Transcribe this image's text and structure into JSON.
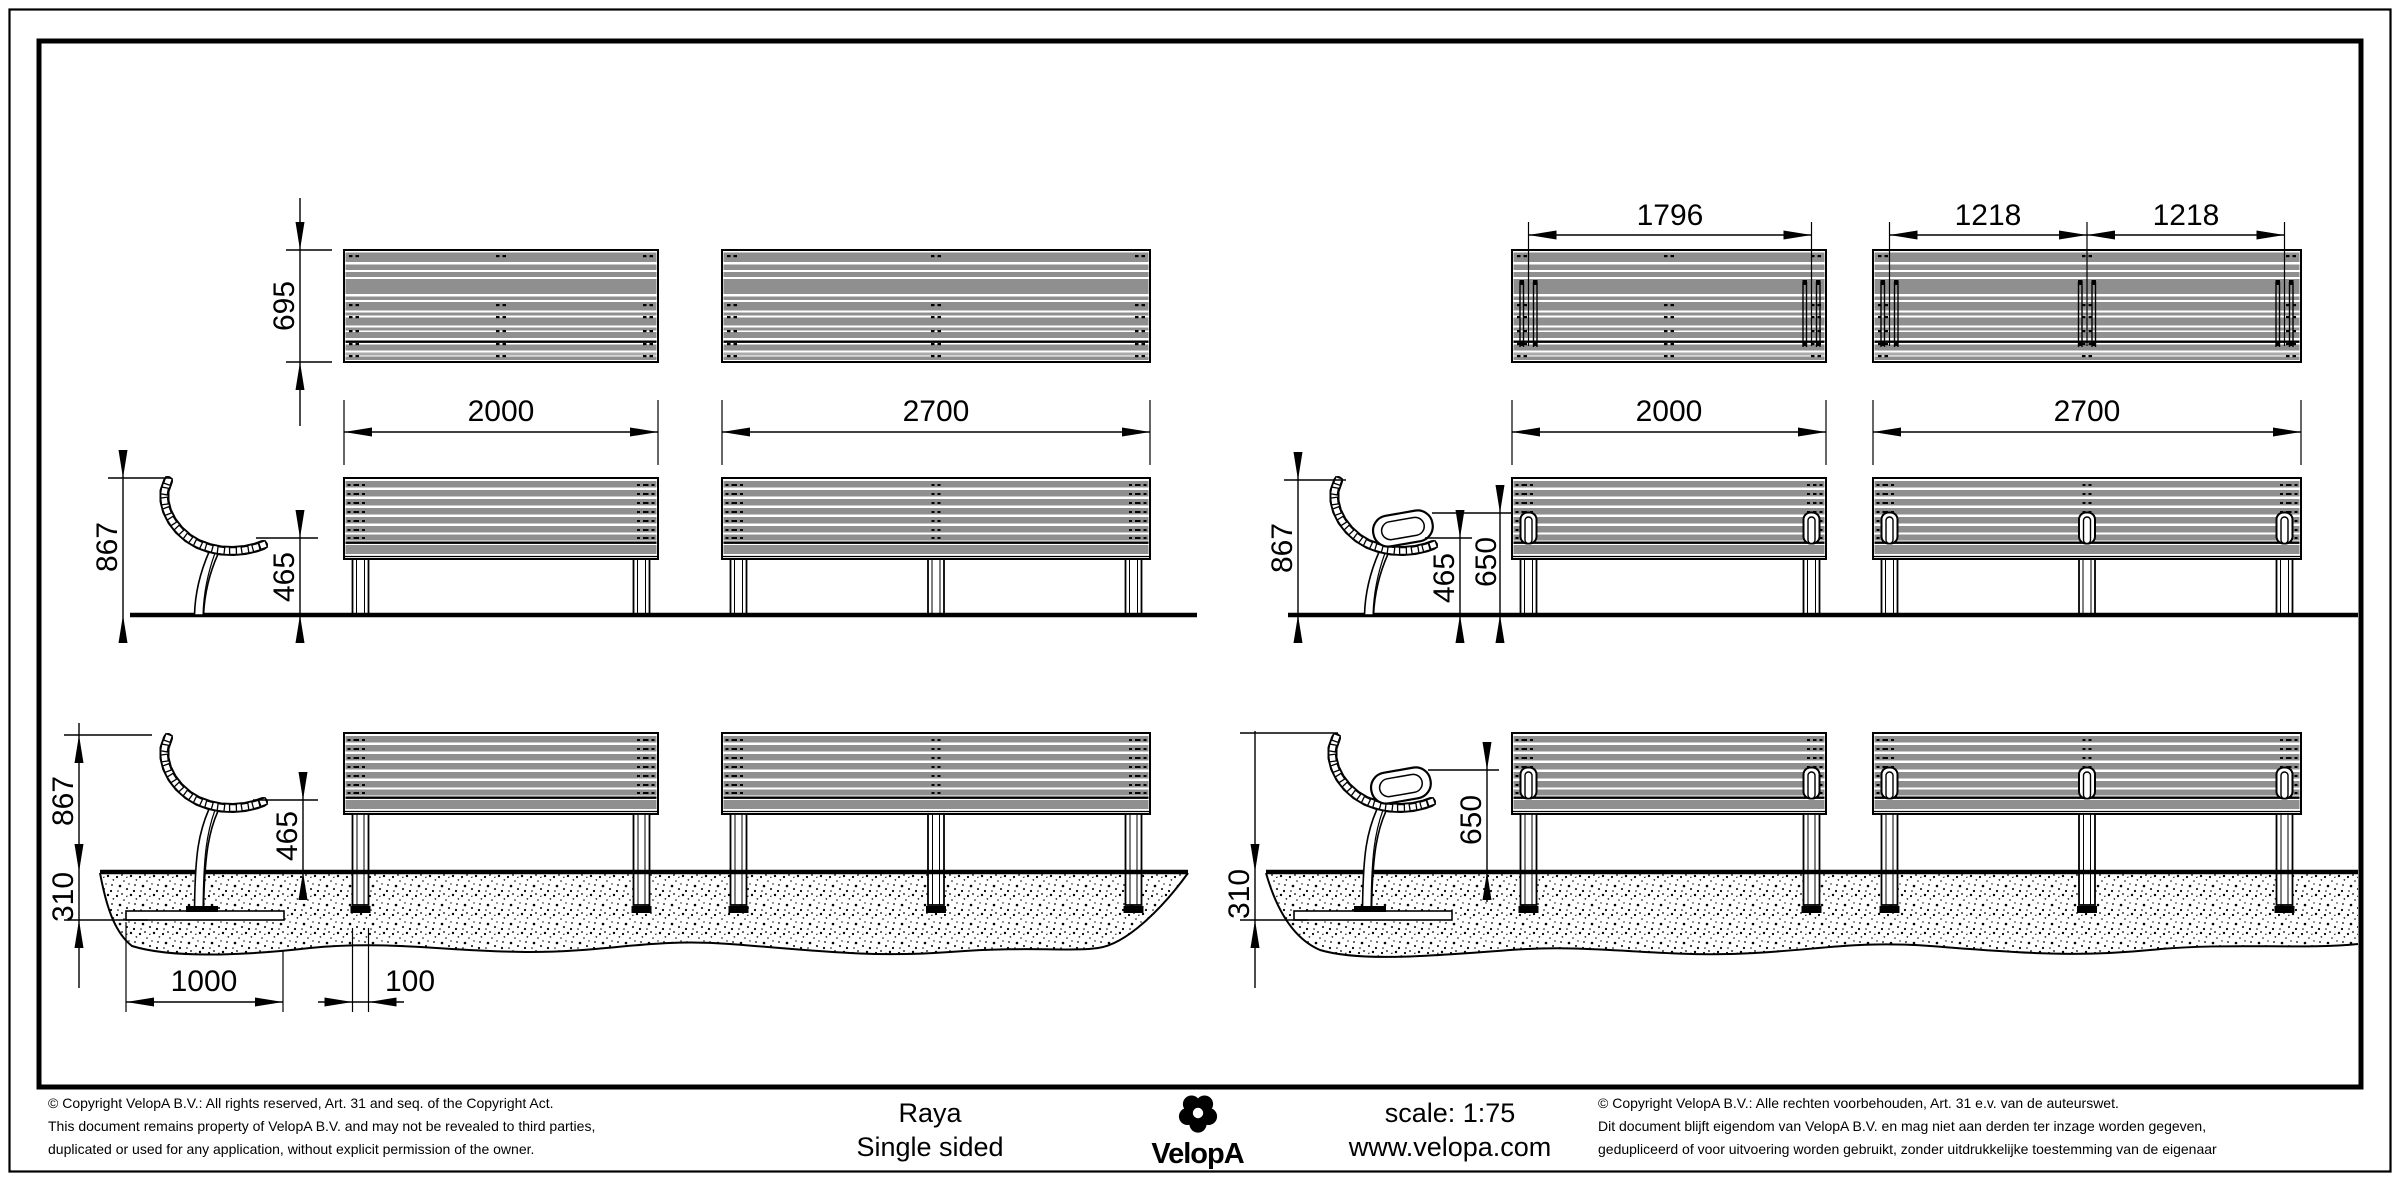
{
  "colors": {
    "line": "#000000",
    "slat_gray": "#8f8f8f",
    "slat_light": "#aaaaaa",
    "background": "#ffffff"
  },
  "title_block": {
    "product_name": "Raya",
    "product_variant": "Single sided",
    "brand": "VelopA",
    "scale_label": "scale: 1:75",
    "website": "www.velopa.com",
    "copyright_en": {
      "line1": "©  Copyright VelopA B.V.: All rights reserved, Art. 31 and seq. of the Copyright Act.",
      "line2": "This document remains property of VelopA B.V. and may not be revealed to third parties,",
      "line3": "duplicated or used for any application, without explicit permission of the owner."
    },
    "copyright_nl": {
      "line1": "©  Copyright VelopA B.V.: Alle rechten voorbehouden, Art. 31 e.v. van de auteurswet.",
      "line2": "Dit document blijft eigendom van VelopA B.V. en mag niet aan derden ter inzage worden gegeven,",
      "line3": "gedupliceerd of voor uitvoering worden gebruikt, zonder uitdrukkelijke toestemming van de eigenaar"
    }
  },
  "dims": {
    "left": {
      "depth": "695",
      "len_small": "2000",
      "len_large": "2700",
      "height": "867",
      "seat": "465",
      "height_below": "867",
      "ground_depth": "310",
      "seat_below": "465",
      "anchor_plate": "1000",
      "edge_offset": "100"
    },
    "right": {
      "legspan_small": "1796",
      "legspan_a": "1218",
      "legspan_b": "1218",
      "len_small": "2000",
      "len_large": "2700",
      "height": "867",
      "seat": "465",
      "armrest": "650",
      "armrest_below": "650",
      "ground_depth": "310"
    }
  }
}
